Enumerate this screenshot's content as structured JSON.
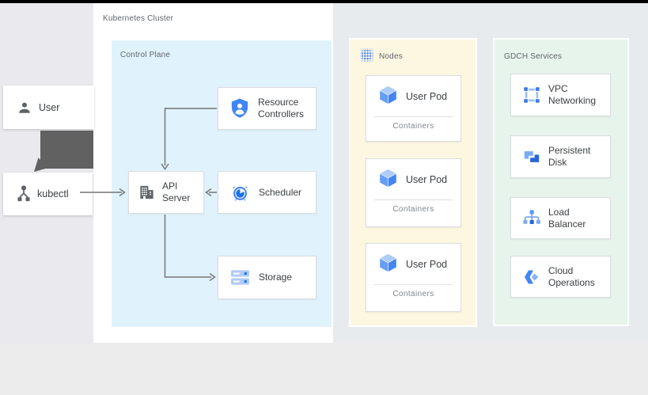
{
  "cluster": {
    "label": "Kubernetes Cluster"
  },
  "actors": {
    "user": {
      "label": "User",
      "icon": "person-icon"
    },
    "kubectl": {
      "label": "kubectl",
      "icon": "kubectl-icon"
    }
  },
  "panels": {
    "control_plane": {
      "label": "Control Plane",
      "resource_controllers": {
        "label": "Resource Controllers",
        "icon": "shield-person-icon"
      },
      "api_server": {
        "label": "API Server",
        "icon": "building-icon"
      },
      "scheduler": {
        "label": "Scheduler",
        "icon": "alarm-clock-icon"
      },
      "storage": {
        "label": "Storage",
        "icon": "storage-stack-icon"
      }
    },
    "nodes": {
      "label": "Nodes",
      "panel_icon": "dot-grid-icon",
      "pods": [
        {
          "label": "User Pod",
          "sublabel": "Containers",
          "icon": "pod-cube-icon"
        },
        {
          "label": "User Pod",
          "sublabel": "Containers",
          "icon": "pod-cube-icon"
        },
        {
          "label": "User Pod",
          "sublabel": "Containers",
          "icon": "pod-cube-icon"
        }
      ]
    },
    "gdch": {
      "label": "GDCH Services",
      "services": [
        {
          "label": "VPC Networking",
          "icon": "vpc-networking-icon"
        },
        {
          "label": "Persistent Disk",
          "icon": "persistent-disk-icon"
        },
        {
          "label": "Load Balancer",
          "icon": "load-balancer-icon"
        },
        {
          "label": "Cloud Operations",
          "icon": "cloud-operations-icon"
        }
      ]
    }
  },
  "connections": [
    "user to kubectl",
    "kubectl to api_server",
    "scheduler to api_server",
    "resource_controllers to api_server",
    "api_server to storage"
  ],
  "colors": {
    "top_strip": "#000000",
    "page_bg": "#ececec",
    "diagram_bg": "#e8ebee",
    "left_column_bg": "#eae9ed",
    "cluster_box_bg": "#ffffff",
    "control_plane_bg": "#e0f3fd",
    "nodes_bg": "#fdf7e2",
    "gdch_bg": "#e7f4ec",
    "box_border": "#dadce0",
    "label_gray": "#5f6368",
    "text_dark": "#3c4043",
    "muted_text": "#80868b",
    "arrow": "#757575",
    "big_arrow": "#616161",
    "google_blue": "#4285f4"
  }
}
